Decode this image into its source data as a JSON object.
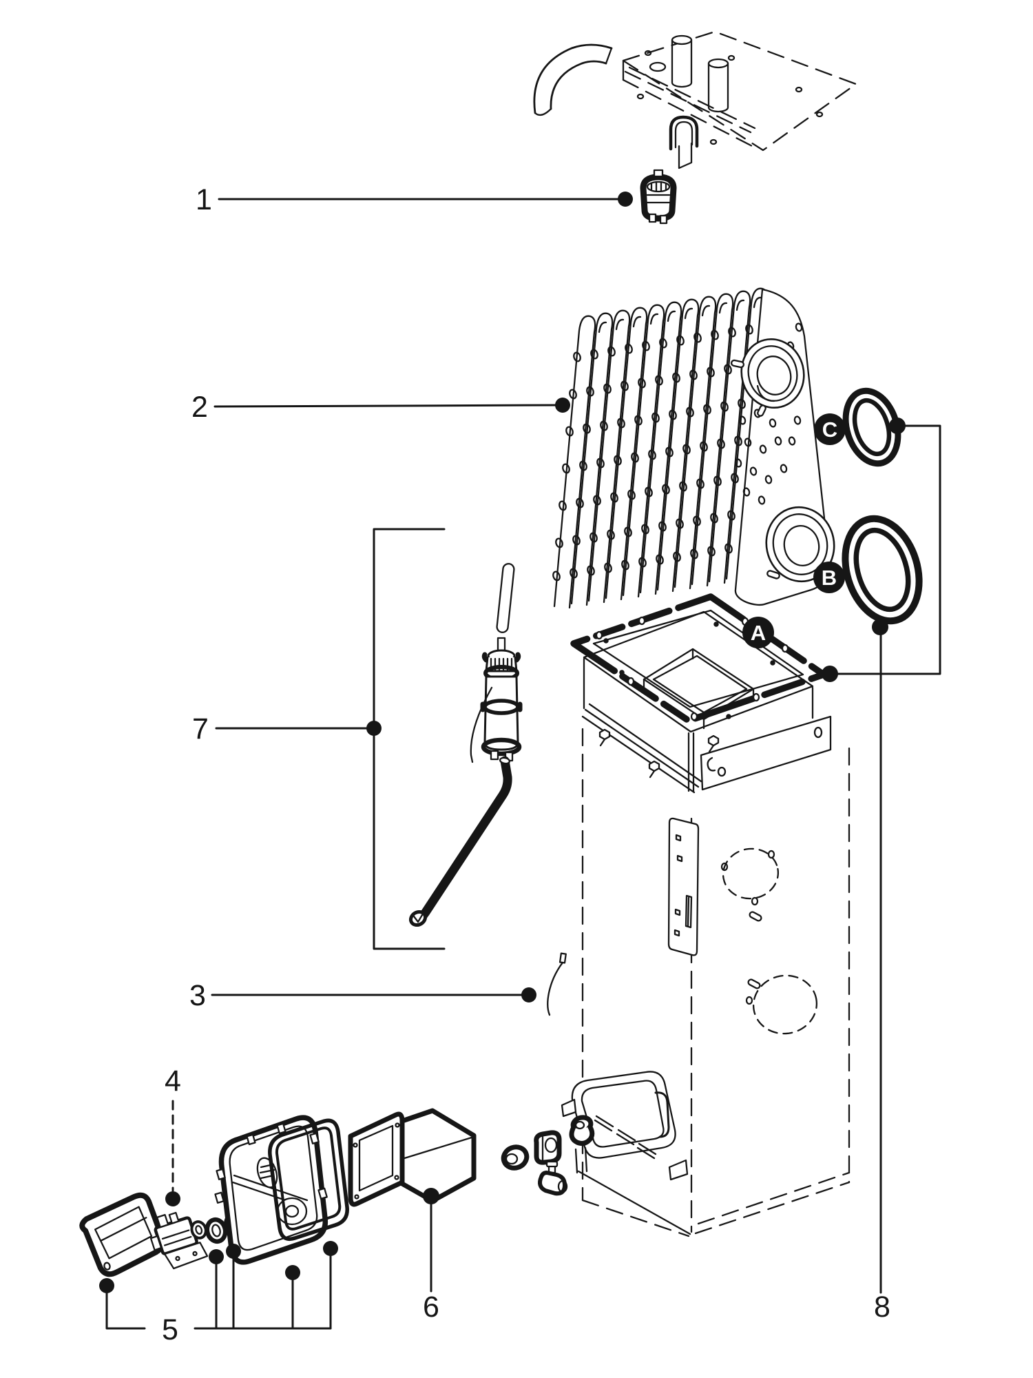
{
  "diagram": {
    "kind": "exploded-parts-diagram",
    "colors": {
      "line": "#161616",
      "background": "#ffffff",
      "badge_background": "#161616",
      "badge_text": "#ffffff"
    },
    "callouts": [
      {
        "text": "1",
        "target": "tank-sensor"
      },
      {
        "text": "2",
        "target": "heat-exchanger"
      },
      {
        "text": "3",
        "target": "retaining-wire"
      },
      {
        "text": "4",
        "target": "gas-valve-igniter"
      },
      {
        "text": "5",
        "target": "burner-door-parts"
      },
      {
        "text": "6",
        "target": "air-duct"
      },
      {
        "text": "7",
        "target": "electrode-dip-tube-assembly"
      },
      {
        "text": "8",
        "target": "gasket-kit"
      }
    ],
    "gasket_labels": [
      {
        "text": "A",
        "target": "flue-collar-gasket"
      },
      {
        "text": "B",
        "target": "large-round-gasket"
      },
      {
        "text": "C",
        "target": "small-round-gasket"
      }
    ]
  }
}
